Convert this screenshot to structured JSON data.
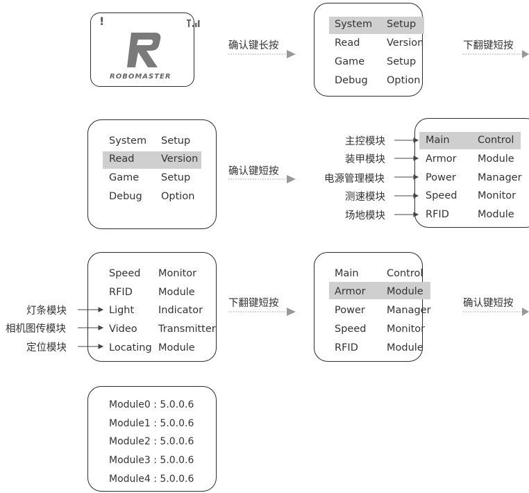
{
  "splash": {
    "warning": "!",
    "signal": "T.ıl",
    "brand": "ROBOMASTER"
  },
  "steps": {
    "long_confirm": "确认键长按",
    "down_short_1": "下翻键短按",
    "confirm_short_1": "确认键短按",
    "down_short_2": "下翻键短按",
    "confirm_short_2": "确认键短按"
  },
  "main_menu": [
    {
      "a": "System",
      "b": "Setup"
    },
    {
      "a": "Read",
      "b": "Version"
    },
    {
      "a": "Game",
      "b": "Setup"
    },
    {
      "a": "Debug",
      "b": "Option"
    }
  ],
  "module_menu": [
    {
      "a": "Main",
      "b": "Control",
      "cn": "主控模块"
    },
    {
      "a": "Armor",
      "b": "Module",
      "cn": "装甲模块"
    },
    {
      "a": "Power",
      "b": "Manager",
      "cn": "电源管理模块"
    },
    {
      "a": "Speed",
      "b": "Monitor",
      "cn": "测速模块"
    },
    {
      "a": "RFID",
      "b": "Module",
      "cn": "场地模块"
    }
  ],
  "module_menu_scrolled": [
    {
      "a": "Speed",
      "b": "Monitor"
    },
    {
      "a": "RFID",
      "b": "Module"
    },
    {
      "a": "Light",
      "b": "Indicator",
      "cn": "灯条模块"
    },
    {
      "a": "Video",
      "b": "Transmitter",
      "cn": "相机图传模块"
    },
    {
      "a": "Locating",
      "b": "Module",
      "cn": "定位模块"
    }
  ],
  "versions": [
    "Module0 : 5.0.0.6",
    "Module1 : 5.0.0.6",
    "Module2 : 5.0.0.6",
    "Module3 : 5.0.0.6",
    "Module4 : 5.0.0.6"
  ],
  "colors": {
    "highlight": "#cfcfcf",
    "arrow": "#999999",
    "line": "#2b2b2b"
  }
}
